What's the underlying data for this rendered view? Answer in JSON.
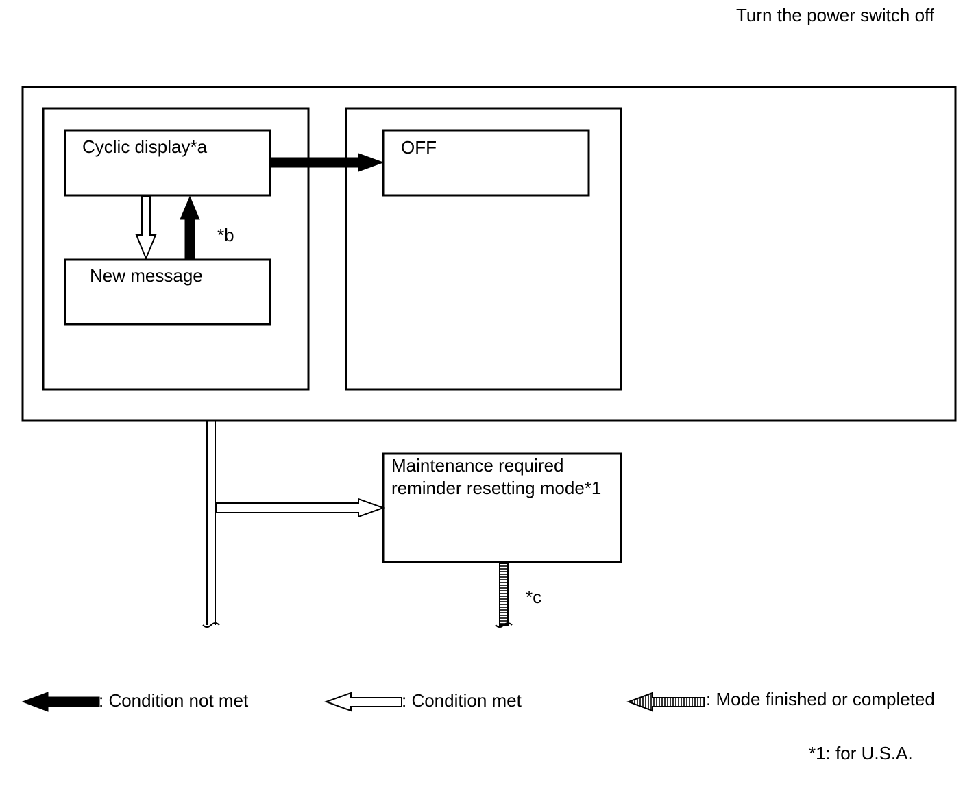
{
  "header": {
    "power_off": "Turn the power switch off"
  },
  "states": {
    "cyclic_display": "Cyclic display*a",
    "new_message": "New message",
    "off": "OFF",
    "maintenance_line1": "Maintenance required",
    "maintenance_line2": "reminder resetting mode*1"
  },
  "notes": {
    "b": "*b",
    "c": "*c"
  },
  "legend": {
    "not_met": ": Condition not met",
    "met": ": Condition met",
    "finished": ": Mode finished or completed"
  },
  "footnote": "*1: for U.S.A.",
  "colors": {
    "line": "#000000",
    "fill_black": "#000000",
    "fill_white": "#ffffff"
  }
}
